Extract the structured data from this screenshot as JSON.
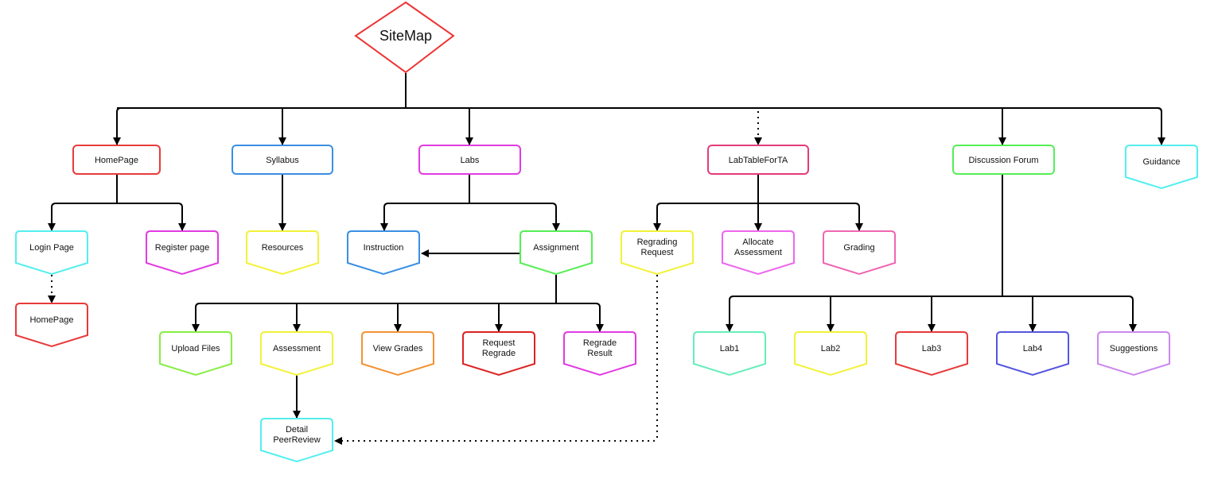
{
  "nodes": {
    "sitemap": {
      "label": "SiteMap",
      "color": "#ee3333"
    },
    "homepage": {
      "label": "HomePage",
      "color": "#e83a3a"
    },
    "syllabus": {
      "label": "Syllabus",
      "color": "#3a8fe3"
    },
    "labs": {
      "label": "Labs",
      "color": "#e23be2"
    },
    "labtable": {
      "label": "LabTableForTA",
      "color": "#e53a7a"
    },
    "forum": {
      "label": "Discussion Forum",
      "color": "#55ee55"
    },
    "guidance": {
      "label": "Guidance",
      "color": "#55eeee"
    },
    "login": {
      "label": "Login Page",
      "color": "#55eeee"
    },
    "register": {
      "label": "Register page",
      "color": "#e23be2"
    },
    "homepage2": {
      "label": "HomePage",
      "color": "#e83a3a"
    },
    "resources": {
      "label": "Resources",
      "color": "#f2f23a"
    },
    "instruction": {
      "label": "Instruction",
      "color": "#3a8fe3"
    },
    "assignment": {
      "label": "Assignment",
      "color": "#55ee55"
    },
    "upload": {
      "label": "Upload Files",
      "color": "#88ee44"
    },
    "assessment": {
      "label": "Assessment",
      "color": "#f2f23a"
    },
    "viewgrades": {
      "label": "View Grades",
      "color": "#f29233"
    },
    "reqregrade": {
      "label": "Request\nRegrade",
      "color": "#dd2222"
    },
    "regraderesult": {
      "label": "Regrade\nResult",
      "color": "#e23be2"
    },
    "detailpr": {
      "label": "Detail\nPeerReview",
      "color": "#55eeee"
    },
    "regradingreq": {
      "label": "Regrading\nRequest",
      "color": "#f2f23a"
    },
    "allocate": {
      "label": "Allocate\nAssessment",
      "color": "#ee66ee"
    },
    "grading": {
      "label": "Grading",
      "color": "#f066b0"
    },
    "lab1": {
      "label": "Lab1",
      "color": "#66eebb"
    },
    "lab2": {
      "label": "Lab2",
      "color": "#f2f23a"
    },
    "lab3": {
      "label": "Lab3",
      "color": "#e83a3a"
    },
    "lab4": {
      "label": "Lab4",
      "color": "#5555dd"
    },
    "suggestions": {
      "label": "Suggestions",
      "color": "#cc88ee"
    }
  }
}
